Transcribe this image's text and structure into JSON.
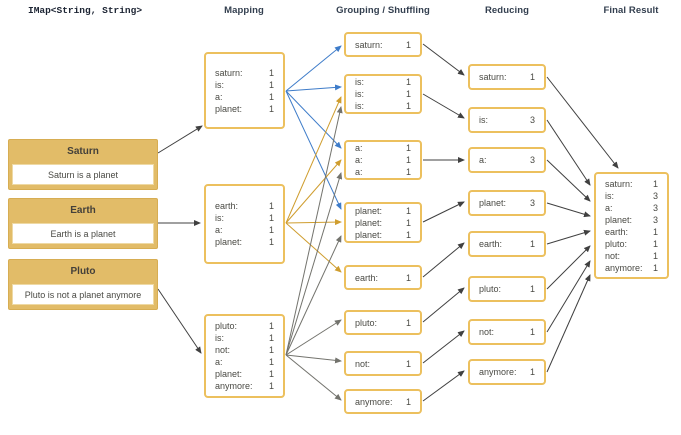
{
  "title": "IMap<String, String>",
  "headers": {
    "mapping": "Mapping",
    "grouping": "Grouping / Shuffling",
    "reducing": "Reducing",
    "final": "Final Result"
  },
  "inputs": [
    {
      "title": "Saturn",
      "text": "Saturn is a planet"
    },
    {
      "title": "Earth",
      "text": "Earth is a planet"
    },
    {
      "title": "Pluto",
      "text": "Pluto is not a planet anymore"
    }
  ],
  "mapping": [
    {
      "rows": [
        {
          "k": "saturn:",
          "v": "1"
        },
        {
          "k": "is:",
          "v": "1"
        },
        {
          "k": "a:",
          "v": "1"
        },
        {
          "k": "planet:",
          "v": "1"
        }
      ]
    },
    {
      "rows": [
        {
          "k": "earth:",
          "v": "1"
        },
        {
          "k": "is:",
          "v": "1"
        },
        {
          "k": "a:",
          "v": "1"
        },
        {
          "k": "planet:",
          "v": "1"
        }
      ]
    },
    {
      "rows": [
        {
          "k": "pluto:",
          "v": "1"
        },
        {
          "k": "is:",
          "v": "1"
        },
        {
          "k": "not:",
          "v": "1"
        },
        {
          "k": "a:",
          "v": "1"
        },
        {
          "k": "planet:",
          "v": "1"
        },
        {
          "k": "anymore:",
          "v": "1"
        }
      ]
    }
  ],
  "grouping": [
    {
      "rows": [
        {
          "k": "saturn:",
          "v": "1"
        }
      ]
    },
    {
      "rows": [
        {
          "k": "is:",
          "v": "1"
        },
        {
          "k": "is:",
          "v": "1"
        },
        {
          "k": "is:",
          "v": "1"
        }
      ]
    },
    {
      "rows": [
        {
          "k": "a:",
          "v": "1"
        },
        {
          "k": "a:",
          "v": "1"
        },
        {
          "k": "a:",
          "v": "1"
        }
      ]
    },
    {
      "rows": [
        {
          "k": "planet:",
          "v": "1"
        },
        {
          "k": "planet:",
          "v": "1"
        },
        {
          "k": "planet:",
          "v": "1"
        }
      ]
    },
    {
      "rows": [
        {
          "k": "earth:",
          "v": "1"
        }
      ]
    },
    {
      "rows": [
        {
          "k": "pluto:",
          "v": "1"
        }
      ]
    },
    {
      "rows": [
        {
          "k": "not:",
          "v": "1"
        }
      ]
    },
    {
      "rows": [
        {
          "k": "anymore:",
          "v": "1"
        }
      ]
    }
  ],
  "reducing": [
    {
      "rows": [
        {
          "k": "saturn:",
          "v": "1"
        }
      ]
    },
    {
      "rows": [
        {
          "k": "is:",
          "v": "3"
        }
      ]
    },
    {
      "rows": [
        {
          "k": "a:",
          "v": "3"
        }
      ]
    },
    {
      "rows": [
        {
          "k": "planet:",
          "v": "3"
        }
      ]
    },
    {
      "rows": [
        {
          "k": "earth:",
          "v": "1"
        }
      ]
    },
    {
      "rows": [
        {
          "k": "pluto:",
          "v": "1"
        }
      ]
    },
    {
      "rows": [
        {
          "k": "not:",
          "v": "1"
        }
      ]
    },
    {
      "rows": [
        {
          "k": "anymore:",
          "v": "1"
        }
      ]
    }
  ],
  "final": {
    "rows": [
      {
        "k": "saturn:",
        "v": "1"
      },
      {
        "k": "is:",
        "v": "3"
      },
      {
        "k": "a:",
        "v": "3"
      },
      {
        "k": "planet:",
        "v": "3"
      },
      {
        "k": "earth:",
        "v": "1"
      },
      {
        "k": "pluto:",
        "v": "1"
      },
      {
        "k": "not:",
        "v": "1"
      },
      {
        "k": "anymore:",
        "v": "1"
      }
    ]
  },
  "colors": {
    "box_border": "#ecc05e",
    "card_fill": "#e2bc68",
    "arrow_dark": "#404040",
    "arrow_blue": "#3e7cc9",
    "arrow_gold": "#cf9d2e",
    "arrow_gray": "#73736d"
  }
}
